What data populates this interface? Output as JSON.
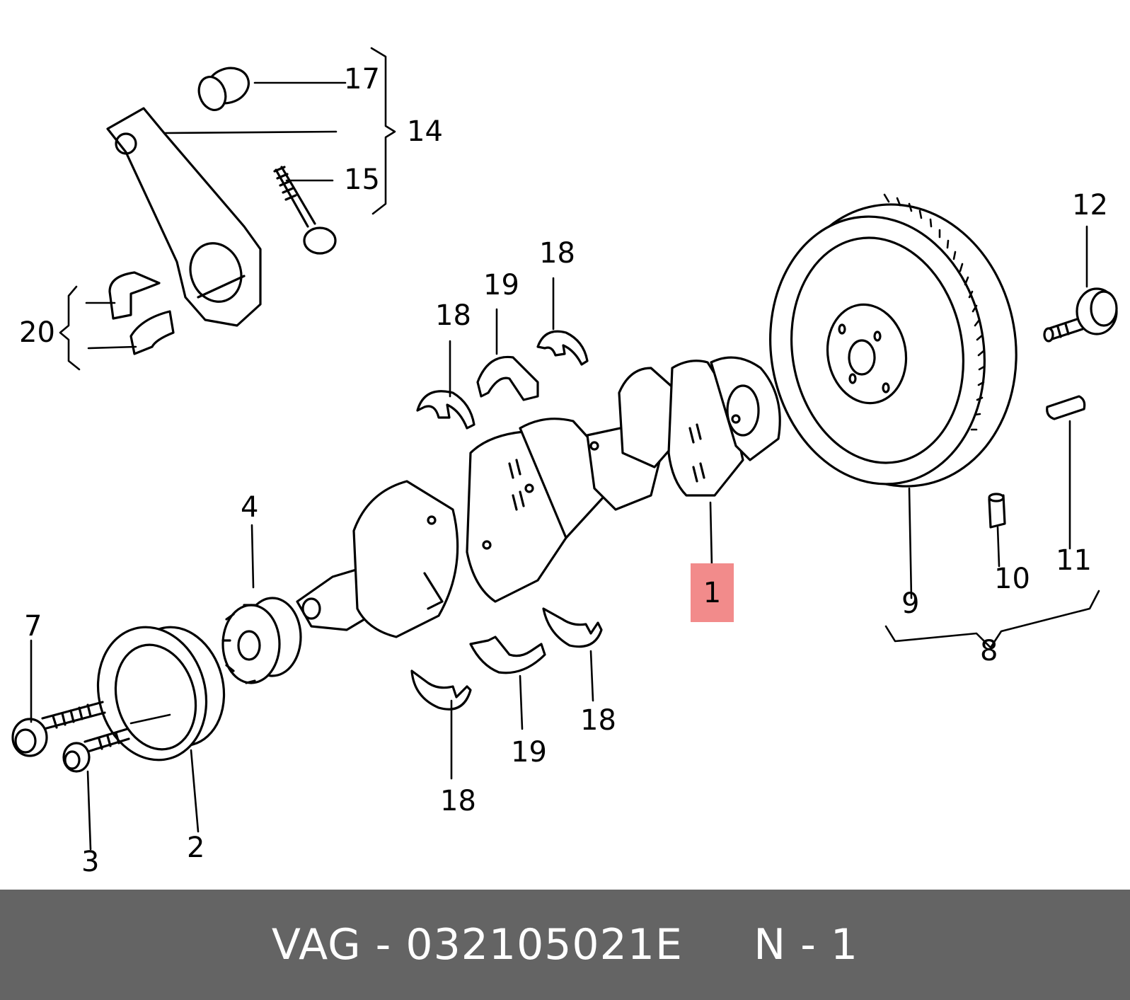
{
  "labels": {
    "l1": "1",
    "l2": "2",
    "l3": "3",
    "l4": "4",
    "l7": "7",
    "l8": "8",
    "l9": "9",
    "l10": "10",
    "l11": "11",
    "l12": "12",
    "l14": "14",
    "l15": "15",
    "l17": "17",
    "l18": "18",
    "l19": "19",
    "l20": "20"
  },
  "highlight": {
    "label": "1",
    "color": "#f28b8b"
  },
  "footer": {
    "brand": "VAG",
    "separator": " - ",
    "part_number": "032105021E",
    "gap": "     ",
    "position": "N - 1",
    "background": "#646464",
    "text_color": "#ffffff"
  }
}
